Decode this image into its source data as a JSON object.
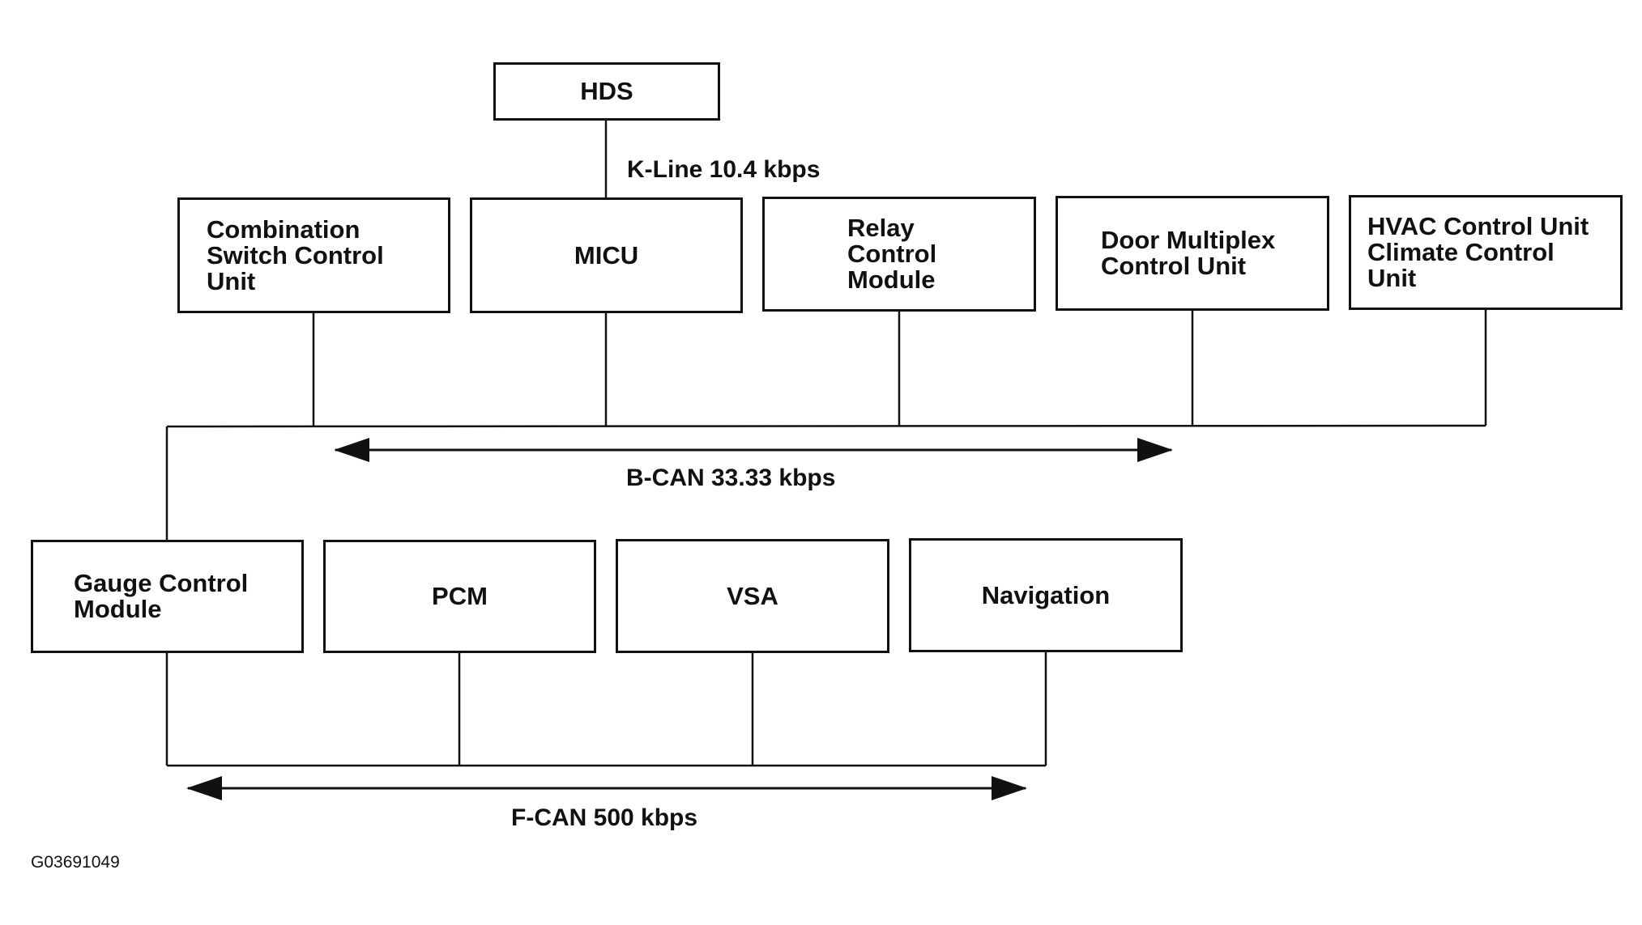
{
  "diagram_title": "",
  "tool": {
    "label": "HDS"
  },
  "links": {
    "k_line": "K-Line 10.4 kbps",
    "b_can": "B-CAN 33.33 kbps",
    "f_can": "F-CAN 500 kbps"
  },
  "b_can_units": [
    {
      "label": "Combination\nSwitch Control\nUnit"
    },
    {
      "label": "MICU"
    },
    {
      "label": "Relay\nControl\nModule"
    },
    {
      "label": "Door Multiplex\nControl Unit"
    },
    {
      "label": "HVAC Control Unit\nClimate Control\nUnit"
    }
  ],
  "f_can_units": [
    {
      "label": "Gauge Control\nModule"
    },
    {
      "label": "PCM"
    },
    {
      "label": "VSA"
    },
    {
      "label": "Navigation"
    }
  ],
  "figure_code": "G03691049",
  "colors": {
    "line": "#111111",
    "background": "#ffffff"
  }
}
